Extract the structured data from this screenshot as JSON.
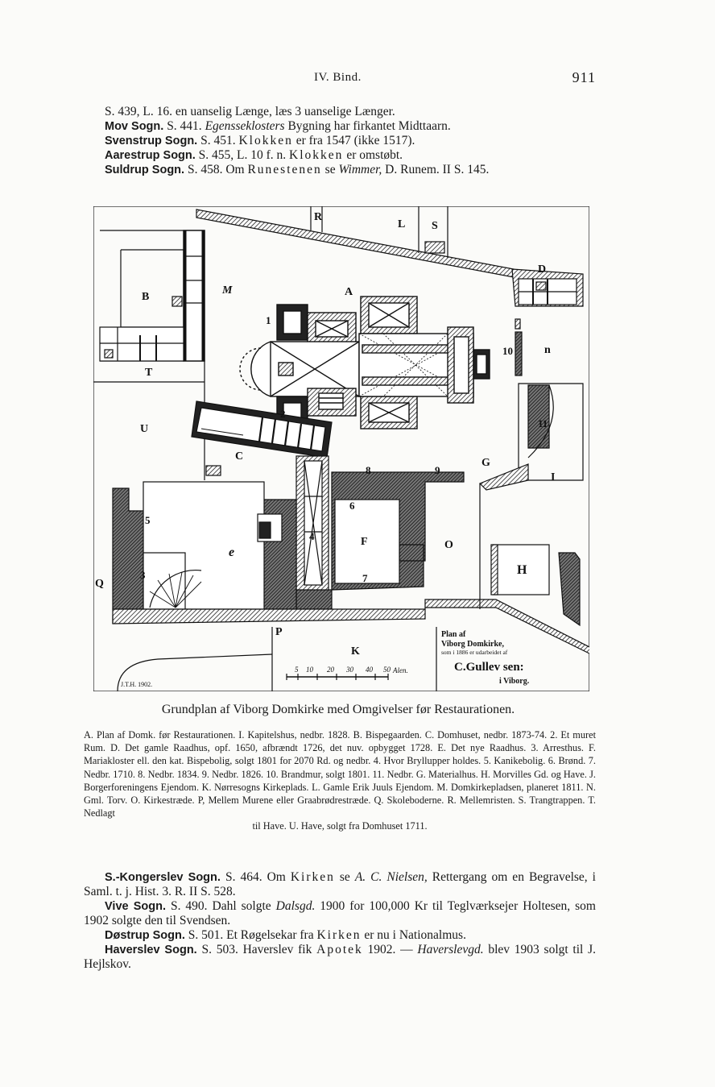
{
  "header": {
    "center": "IV. Bind.",
    "page_number": "911"
  },
  "top_lines": [
    {
      "parts": [
        {
          "t": "S. 439, L. 16. en uanselig Længe, læs 3 uanselige Længer.",
          "s": "n"
        }
      ]
    },
    {
      "parts": [
        {
          "t": "Mov Sogn.",
          "s": "b"
        },
        {
          "t": " S. 441. ",
          "s": "n"
        },
        {
          "t": "Egensseklosters",
          "s": "i"
        },
        {
          "t": " Bygning har firkantet Midttaarn.",
          "s": "n"
        }
      ]
    },
    {
      "parts": [
        {
          "t": "Svenstrup Sogn.",
          "s": "b"
        },
        {
          "t": " S. 451. ",
          "s": "n"
        },
        {
          "t": "Klokken",
          "s": "sp"
        },
        {
          "t": " er fra 1547 (ikke 1517).",
          "s": "n"
        }
      ]
    },
    {
      "parts": [
        {
          "t": "Aarestrup Sogn.",
          "s": "b"
        },
        {
          "t": " S. 455, L. 10 f. n. ",
          "s": "n"
        },
        {
          "t": "Klokken",
          "s": "sp"
        },
        {
          "t": " er omstøbt.",
          "s": "n"
        }
      ]
    },
    {
      "parts": [
        {
          "t": "Suldrup Sogn.",
          "s": "b"
        },
        {
          "t": " S. 458. Om ",
          "s": "n"
        },
        {
          "t": "Runestenen",
          "s": "sp"
        },
        {
          "t": " se ",
          "s": "n"
        },
        {
          "t": "Wimmer,",
          "s": "i"
        },
        {
          "t": " D. Runem. II S. 145.",
          "s": "n"
        }
      ]
    }
  ],
  "plan": {
    "letters": {
      "R": "R",
      "L": "L",
      "S": "S",
      "D": "D",
      "B": "B",
      "M": "M",
      "A": "A",
      "N": "n",
      "T": "T",
      "U": "U",
      "C": "C",
      "G": "G",
      "I": "I",
      "F": "F",
      "O": "O",
      "H": "H",
      "E": "e",
      "Q": "Q",
      "P": "P",
      "K": "K"
    },
    "numbers": {
      "n1": "1",
      "n2": "2",
      "n3": "3",
      "n4": "4",
      "n5": "5",
      "n6": "6",
      "n7": "7",
      "n8": "8",
      "n9": "9",
      "n10": "10",
      "n11": "11"
    },
    "scale": {
      "ticks": [
        "5",
        "10",
        "20",
        "30",
        "40",
        "50"
      ],
      "unit": "Alen."
    },
    "signature": "J.T.H. 1902.",
    "stamp": {
      "line1": "Plan af",
      "line2": "Viborg Domkirke,",
      "line3": "som i 1886 er udarbeidet af",
      "line4": "C.Gullev sen:",
      "line5": "i Viborg."
    }
  },
  "caption": "Grundplan af Viborg Domkirke med Omgivelser før Restaurationen.",
  "legend": "A. Plan af Domk. før Restaurationen. I. Kapitelshus, nedbr. 1828. B. Bispegaarden. C. Domhuset, nedbr. 1873-74. 2. Et muret Rum. D. Det gamle Raadhus, opf. 1650, afbrændt 1726, det nuv. opbygget 1728. E. Det nye Raadhus. 3. Arresthus. F. Mariakloster ell. den kat. Bispebolig, solgt 1801 for 2070 Rd. og nedbr. 4. Hvor Bryllupper holdes. 5. Kanikebolig. 6. Brønd. 7. Nedbr. 1710. 8. Nedbr. 1834. 9. Nedbr. 1826. 10. Brandmur, solgt 1801. 11. Nedbr. G. Materialhus. H. Morvilles Gd. og Have. J. Borgerforeningens Ejendom. K. Nørresogns Kirkeplads. L. Gamle Erik Juuls Ejendom. M. Domkirkepladsen, planeret 1811. N. Gml. Torv. O. Kirkestræde. P, Mellem Murene eller Graabrødrestræde. Q. Skoleboderne. R. Mellemristen. S. Trangtrappen. T. Nedlagt",
  "legend_last": "til Have. U. Have, solgt fra Domhuset 1711.",
  "bottom": [
    {
      "parts": [
        {
          "t": "S.-Kongerslev Sogn.",
          "s": "b"
        },
        {
          "t": " S. 464. Om ",
          "s": "n"
        },
        {
          "t": "Kirken",
          "s": "sp"
        },
        {
          "t": " se ",
          "s": "n"
        },
        {
          "t": "A. C. Nielsen,",
          "s": "i"
        },
        {
          "t": " Rettergang om en Begravelse, i Saml. t. j. Hist. 3. R. II S. 528.",
          "s": "n"
        }
      ]
    },
    {
      "parts": [
        {
          "t": "Vive Sogn.",
          "s": "b"
        },
        {
          "t": " S. 490. Dahl solgte ",
          "s": "n"
        },
        {
          "t": "Dalsgd.",
          "s": "i"
        },
        {
          "t": " 1900 for 100,000 Kr til Teglværksejer Holtesen, som 1902 solgte den til Svendsen.",
          "s": "n"
        }
      ]
    },
    {
      "parts": [
        {
          "t": "Døstrup Sogn.",
          "s": "b"
        },
        {
          "t": " S. 501. Et Røgelsekar fra ",
          "s": "n"
        },
        {
          "t": "Kirken",
          "s": "sp"
        },
        {
          "t": " er nu i Nationalmus.",
          "s": "n"
        }
      ]
    },
    {
      "parts": [
        {
          "t": "Haverslev Sogn.",
          "s": "b"
        },
        {
          "t": " S. 503. Haverslev fik ",
          "s": "n"
        },
        {
          "t": "Apotek",
          "s": "sp"
        },
        {
          "t": " 1902. — ",
          "s": "n"
        },
        {
          "t": "Haverslevgd.",
          "s": "i"
        },
        {
          "t": " blev 1903 solgt til J. Hejlskov.",
          "s": "n"
        }
      ]
    }
  ]
}
